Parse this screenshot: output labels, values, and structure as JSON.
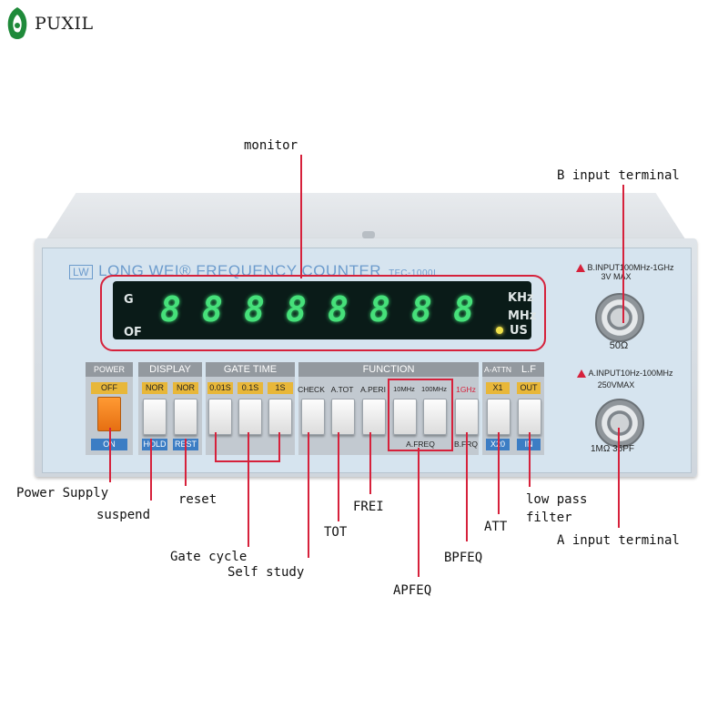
{
  "brand": {
    "name": "PUXIL"
  },
  "device": {
    "brand_line": "LONG WEI",
    "title": "FREQUENCY COUNTER",
    "model": "TFC-1000L",
    "badge": "LW",
    "display": {
      "left_top": "G",
      "left_bottom": "OF",
      "digits": [
        "8",
        "8",
        "8",
        "8",
        "8",
        "8",
        "8",
        "8"
      ],
      "units": [
        "KHz",
        "MHz",
        "US"
      ]
    },
    "groups": {
      "power": "POWER",
      "display": "DISPLAY",
      "gate_time": "GATE TIME",
      "function": "FUNCTION",
      "a_attn": "A-ATTN",
      "lf": "L.F"
    },
    "labels": {
      "power_off": "OFF",
      "power_on": "ON",
      "nor1": "NOR",
      "nor2": "NOR",
      "hold": "HOLD",
      "rest": "REST",
      "g001": "0.01S",
      "g01": "0.1S",
      "g1": "1S",
      "check": "CHECK",
      "atot": "A.TOT",
      "aperi": "A.PERI",
      "f10": "10MHz",
      "f100": "100MHz",
      "afreq": "A.FREQ",
      "f1g": "1GHz",
      "bfrq": "B.FRQ",
      "x1": "X1",
      "x20": "X20",
      "out": "OUT",
      "in": "IN"
    },
    "b_input": {
      "line1": "B.INPUT100MHz-1GHz",
      "line2": "3V MAX",
      "imp": "50Ω"
    },
    "a_input": {
      "line1": "A.INPUT10Hz-100MHz",
      "line2": "250VMAX",
      "imp": "1MΩ 35PF"
    }
  },
  "annotations": {
    "monitor": "monitor",
    "b_input": "B input terminal",
    "power_supply": "Power Supply",
    "suspend": "suspend",
    "reset": "reset",
    "gate_cycle": "Gate cycle",
    "self_study": "Self study",
    "tot": "TOT",
    "frei": "FREI",
    "apfeq": "APFEQ",
    "bpfeq": "BPFEQ",
    "att": "ATT",
    "low_pass": "low pass",
    "filter": "filter",
    "a_input": "A input terminal"
  },
  "colors": {
    "accent_red": "#d6213b",
    "led_green": "#46e07a",
    "power_orange": "#ff8a1f",
    "label_yellow": "#e8b739",
    "label_blue": "#3c7dc4"
  }
}
